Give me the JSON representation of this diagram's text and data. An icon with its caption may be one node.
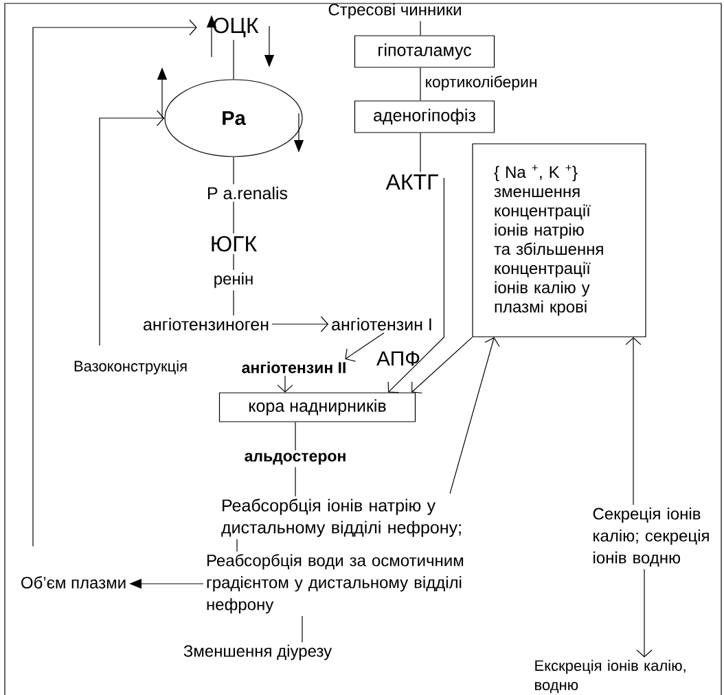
{
  "diagram": {
    "nodes": [
      {
        "text": [
          "ОЦК"
        ]
      },
      {
        "text": [
          "Pa"
        ]
      },
      {
        "text": [
          "P a.renalis"
        ]
      },
      {
        "text": [
          "ЮГК"
        ]
      },
      {
        "text": [
          "ренін"
        ]
      },
      {
        "text": [
          "ангіотензиноген"
        ]
      },
      {
        "text": [
          "ангіотензин I"
        ]
      },
      {
        "text": [
          "ангіотензин II"
        ]
      },
      {
        "text": [
          "кора наднирників"
        ]
      },
      {
        "text": [
          "альдостерон"
        ]
      },
      {
        "text": [
          "Реабсорбція іонів натрію у дистальному відділі нефрону;"
        ]
      },
      {
        "text": [
          "Об’єм плазми"
        ]
      },
      {
        "text": [
          "Реабсорбція води за осмотичним градієнтом у дистальному відділі нефрону"
        ]
      },
      {
        "text": [
          "Зменшення діурезу"
        ]
      },
      {
        "text": [
          "Вазоконструкція"
        ]
      },
      {
        "text": [
          "Стресові чинники"
        ]
      },
      {
        "text": [
          "гіпоталамус"
        ]
      },
      {
        "text": [
          "аденогіпофіз"
        ]
      },
      {
        "text": [
          "АКТГ"
        ]
      },
      {
        "text": [
          "{ Na $^{+}$, K $^{+}$}",
          "зменшення концентрації іонів натрію та збільшення концентрації іонів калію у плазмі крові"
        ]
      },
      {
        "text": [
          "Секреція іонів калію; секреція іонів водню"
        ]
      },
      {
        "text": [
          "Екскреція іонів калію, водню"
        ]
      }
    ],
    "edges": [
      {
        "from": 15,
        "to": 16,
        "arrow": "none"
      },
      {
        "from": 16,
        "to": 17,
        "arrow": "none",
        "label": "кортиколіберин"
      },
      {
        "from": 17,
        "to": 18,
        "arrow": "none"
      },
      {
        "from": 0,
        "to": 1,
        "arrow": "none"
      },
      {
        "from": 1,
        "to": 2,
        "arrow": "none"
      },
      {
        "from": 2,
        "to": 3,
        "arrow": "none"
      },
      {
        "from": 3,
        "to": 4,
        "arrow": "none"
      },
      {
        "from": 4,
        "to": 5,
        "arrow": "none"
      },
      {
        "from": 5,
        "to": 6,
        "arrow": "to"
      },
      {
        "from": 6,
        "to": 7,
        "arrow": "to",
        "label": "АПФ"
      },
      {
        "from": 7,
        "to": 8,
        "arrow": "to"
      },
      {
        "from": 18,
        "to": 8,
        "arrow": "to"
      },
      {
        "from": 19,
        "to": 8,
        "arrow": "to"
      },
      {
        "from": 10,
        "to": 19,
        "arrow": "to"
      },
      {
        "from": 20,
        "to": 19,
        "arrow": "to"
      },
      {
        "from": 20,
        "to": 21,
        "arrow": "to"
      },
      {
        "from": 8,
        "to": 9,
        "arrow": "none"
      },
      {
        "from": 9,
        "to": 10,
        "arrow": "none"
      },
      {
        "from": 10,
        "to": 12,
        "arrow": "none"
      },
      {
        "from": 12,
        "to": 11,
        "arrow": "to"
      },
      {
        "from": 12,
        "to": 13,
        "arrow": "none"
      },
      {
        "from": 11,
        "to": 0,
        "arrow": "to"
      },
      {
        "from": 14,
        "to": 1,
        "arrow": "to"
      }
    ]
  }
}
